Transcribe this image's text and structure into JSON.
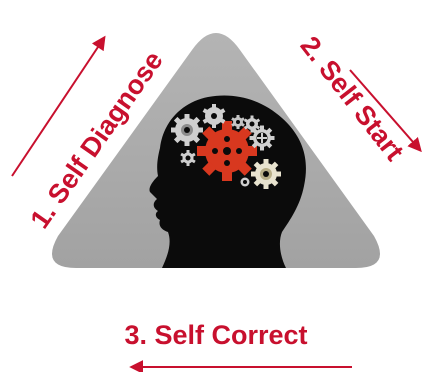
{
  "steps": [
    {
      "label": "1. Self Diagnose"
    },
    {
      "label": "2. Self Start"
    },
    {
      "label": "3. Self Correct"
    }
  ],
  "icon": "head-with-gears-icon",
  "colors": {
    "accent_red": "#c8102e",
    "triangle_gray": "#adadad",
    "head_black": "#0b0b0b",
    "gear_red": "#d8381f",
    "gear_silver": "#cfcfcf",
    "background": "#ffffff"
  }
}
